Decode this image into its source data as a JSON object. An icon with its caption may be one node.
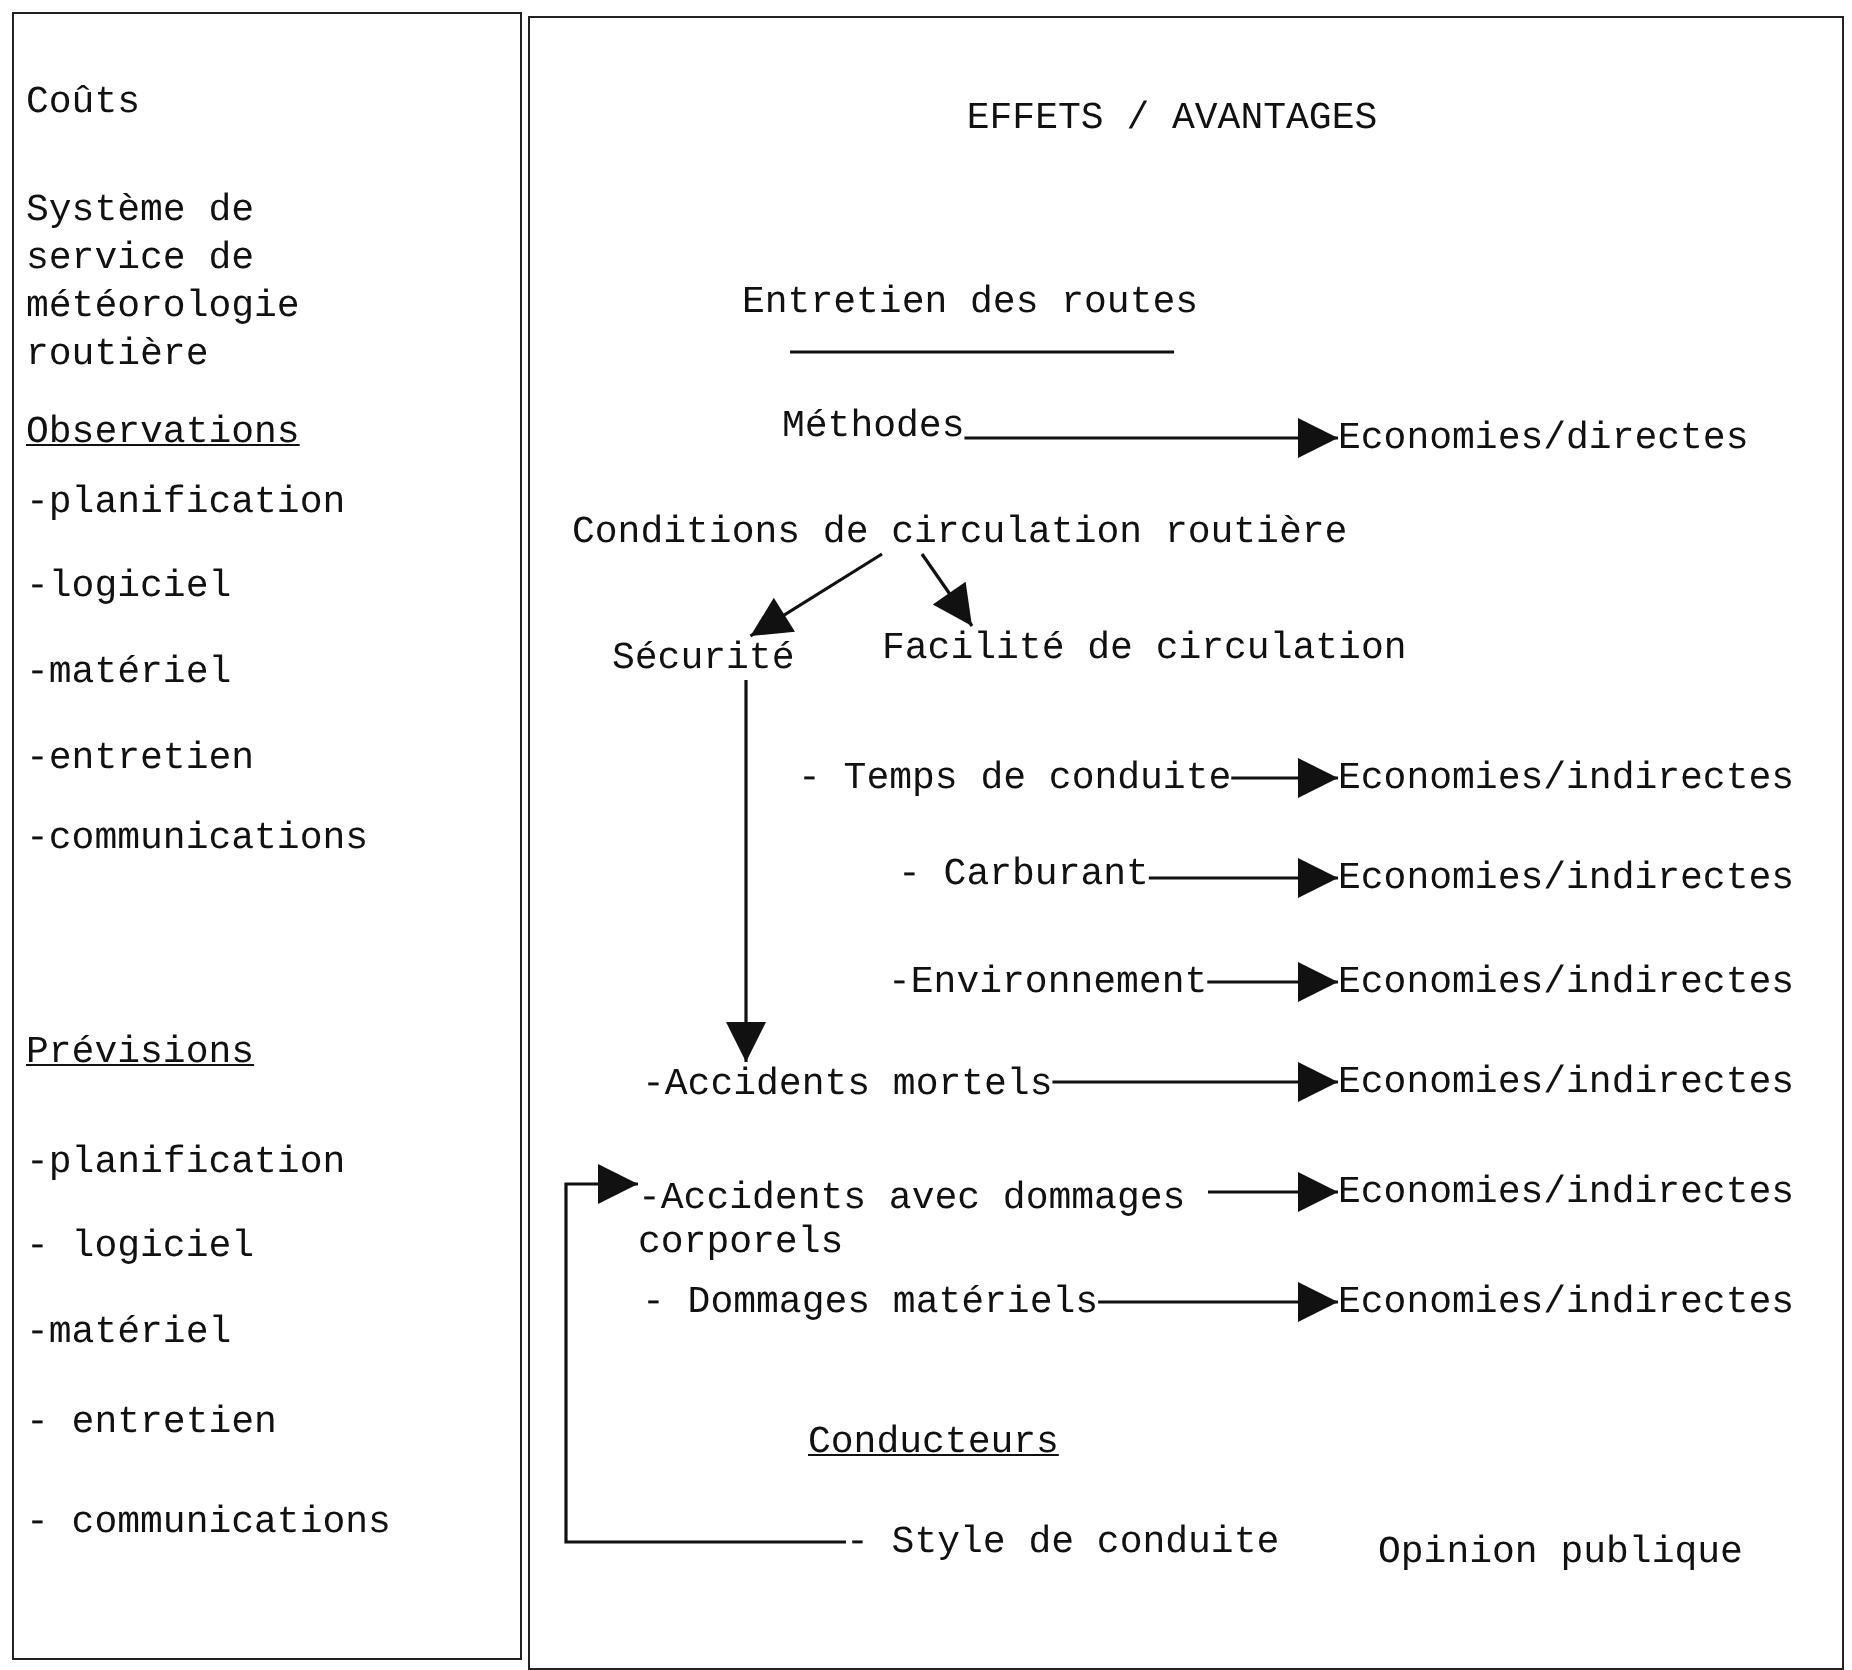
{
  "diagram": {
    "nodes": [
      {
        "text": [
          "Coûts",
          "Système de service de météorologie routière",
          "Observations",
          "-planification",
          "-logiciel",
          "-matériel",
          "-entretien",
          "-communications",
          "Prévisions",
          "-planification",
          "- logiciel",
          "-matériel",
          "- entretien",
          "- communications"
        ]
      },
      {
        "text": [
          "EFFETS / AVANTAGES"
        ]
      },
      {
        "text": [
          "Entretien des routes"
        ],
        "in": 1
      },
      {
        "text": [
          "Méthodes"
        ],
        "in": 1
      },
      {
        "text": [
          "Economies/directes"
        ],
        "in": 1
      },
      {
        "text": [
          "Conditions de circulation routière"
        ],
        "in": 1
      },
      {
        "text": [
          "Sécurité"
        ],
        "in": 1
      },
      {
        "text": [
          "Facilité de circulation"
        ],
        "in": 1
      },
      {
        "text": [
          "- Temps de conduite"
        ],
        "in": 1
      },
      {
        "text": [
          "Economies/indirectes"
        ],
        "in": 1
      },
      {
        "text": [
          "- Carburant"
        ],
        "in": 1
      },
      {
        "text": [
          "Economies/indirectes"
        ],
        "in": 1
      },
      {
        "text": [
          "-Environnement"
        ],
        "in": 1
      },
      {
        "text": [
          "Economies/indirectes"
        ],
        "in": 1
      },
      {
        "text": [
          "-Accidents mortels"
        ],
        "in": 1
      },
      {
        "text": [
          "Economies/indirectes"
        ],
        "in": 1
      },
      {
        "text": [
          "-Accidents avec dommages corporels"
        ],
        "in": 1
      },
      {
        "text": [
          "Economies/indirectes"
        ],
        "in": 1
      },
      {
        "text": [
          "- Dommages matériels"
        ],
        "in": 1
      },
      {
        "text": [
          "Economies/indirectes"
        ],
        "in": 1
      },
      {
        "text": [
          "Conducteurs"
        ],
        "in": 1
      },
      {
        "text": [
          "- Style de conduite"
        ],
        "in": 1
      },
      {
        "text": [
          "Opinion publique"
        ],
        "in": 1
      }
    ],
    "edges": [
      {
        "from": 3,
        "to": 4,
        "arrow": "to"
      },
      {
        "from": 5,
        "to": 6,
        "arrow": "to"
      },
      {
        "from": 5,
        "to": 7,
        "arrow": "to"
      },
      {
        "from": 6,
        "to": 14,
        "arrow": "to"
      },
      {
        "from": 8,
        "to": 9,
        "arrow": "to"
      },
      {
        "from": 10,
        "to": 11,
        "arrow": "to"
      },
      {
        "from": 12,
        "to": 13,
        "arrow": "to"
      },
      {
        "from": 14,
        "to": 15,
        "arrow": "to"
      },
      {
        "from": 16,
        "to": 17,
        "arrow": "to"
      },
      {
        "from": 18,
        "to": 19,
        "arrow": "to"
      },
      {
        "from": 21,
        "to": 16,
        "arrow": "to"
      }
    ]
  }
}
